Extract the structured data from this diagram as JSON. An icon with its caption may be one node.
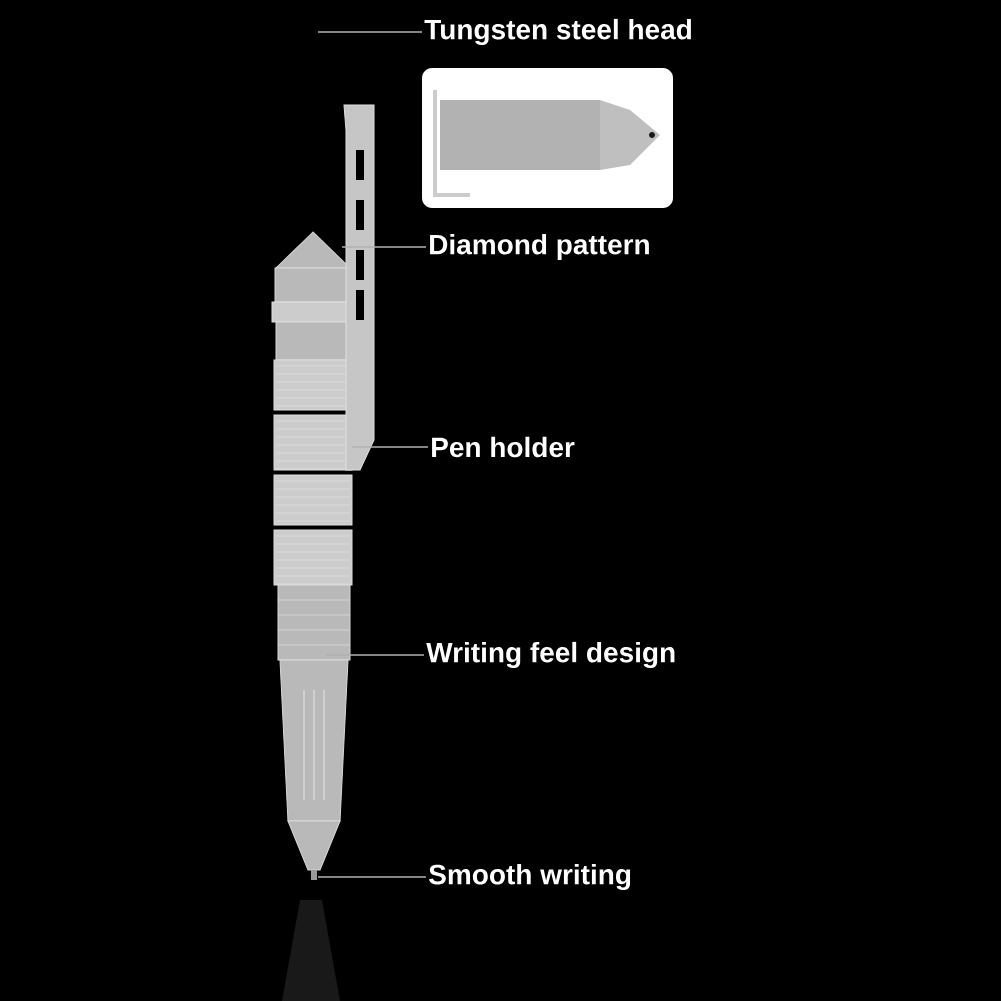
{
  "diagram": {
    "nodes": [
      {
        "text": [
          "Tungsten steel head"
        ]
      },
      {
        "text": [
          "Diamond pattern"
        ]
      },
      {
        "text": [
          "Pen holder"
        ]
      },
      {
        "text": [
          "Writing feel design"
        ]
      },
      {
        "text": [
          "Smooth writing"
        ]
      }
    ],
    "edges": [
      {
        "from": 0,
        "to": null,
        "arrow": "none"
      },
      {
        "from": 1,
        "to": null,
        "arrow": "none"
      },
      {
        "from": 2,
        "to": null,
        "arrow": "none"
      },
      {
        "from": 3,
        "to": null,
        "arrow": "none"
      },
      {
        "from": 4,
        "to": null,
        "arrow": "none"
      }
    ]
  }
}
